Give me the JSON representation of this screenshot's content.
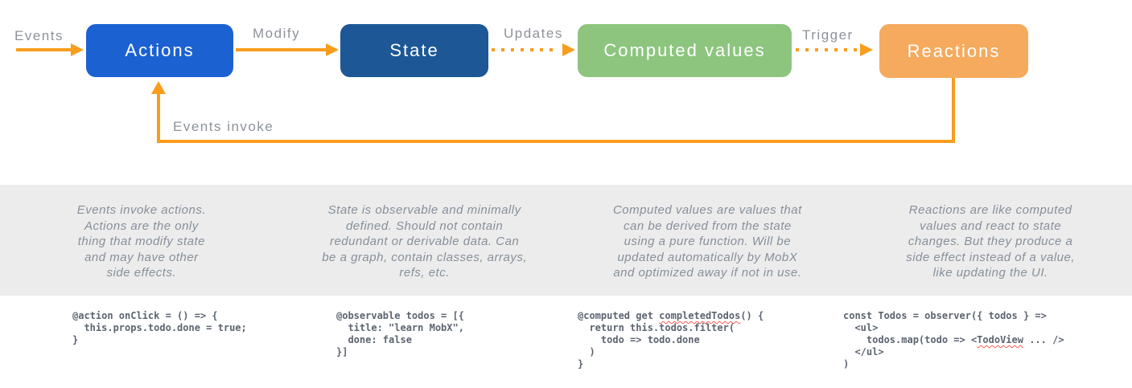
{
  "diagram": {
    "labels": {
      "events": "Events",
      "modify": "Modify",
      "updates": "Updates",
      "trigger": "Trigger",
      "events_invoke": "Events invoke"
    },
    "nodes": {
      "actions": {
        "label": "Actions",
        "color": "#1b61d1"
      },
      "state": {
        "label": "State",
        "color": "#1d5795"
      },
      "computed": {
        "label": "Computed values",
        "color": "#8dc57f"
      },
      "reactions": {
        "label": "Reactions",
        "color": "#f5aa5e"
      }
    },
    "arrow_color": "#f89d1d",
    "label_color": "#8d939b"
  },
  "descriptions": {
    "bg": "#ececec",
    "text_color": "#878f9a",
    "actions": "Events invoke actions.\nActions are the only\nthing that modify state\nand may have other\nside effects.",
    "state": "State is observable and minimally\ndefined. Should not contain\nredundant or derivable data. Can\nbe a graph, contain classes, arrays,\nrefs, etc.",
    "computed": "Computed values are values that\ncan be derived from the state\nusing a pure function. Will be\nupdated automatically by MobX\nand optimized away if not in use.",
    "reactions": "Reactions are like computed\nvalues and react to state\nchanges. But they produce a\nside effect instead of a value,\nlike updating the UI."
  },
  "code": {
    "text_color": "#5c6470",
    "actions": "@action onClick = () => {\n  this.props.todo.done = true;\n}",
    "state": "@observable todos = [{\n  title: \"learn MobX\",\n  done: false\n}]",
    "computed_before": "@computed get ",
    "computed_squiggle": "completedTodos",
    "computed_after": "() {\n  return this.todos.filter(\n    todo => todo.done\n  )\n}",
    "reactions_before": "const Todos = observer({ todos } =>\n  <ul>\n    todos.map(todo => <",
    "reactions_squiggle": "TodoView",
    "reactions_after": " ... />\n  </ul>\n)"
  }
}
